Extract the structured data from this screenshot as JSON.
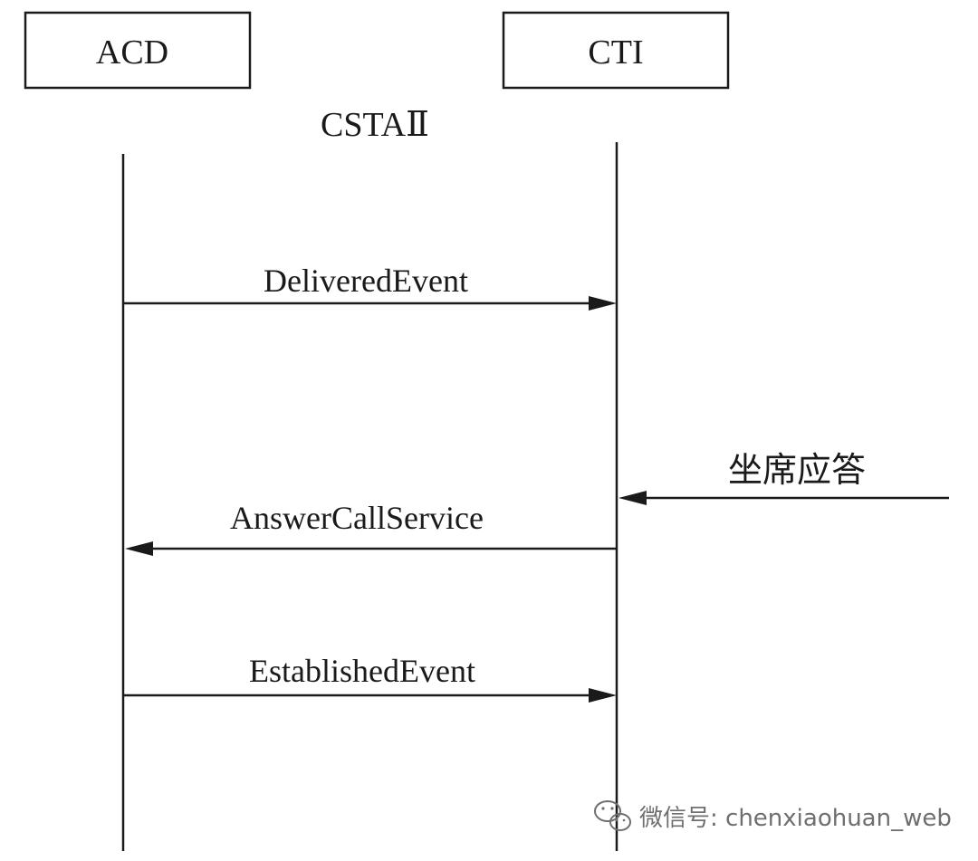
{
  "participants": {
    "acd": "ACD",
    "cti": "CTI"
  },
  "protocol_label": "CSTAⅡ",
  "messages": {
    "delivered": "DeliveredEvent",
    "agent_answer": "坐席应答",
    "answer_call": "AnswerCallService",
    "established": "EstablishedEvent"
  },
  "watermark": {
    "text": "微信号: chenxiaohuan_web",
    "icon": "wechat-icon"
  },
  "colors": {
    "ink": "#1a1a1a",
    "watermark": "#6f6f6f"
  }
}
